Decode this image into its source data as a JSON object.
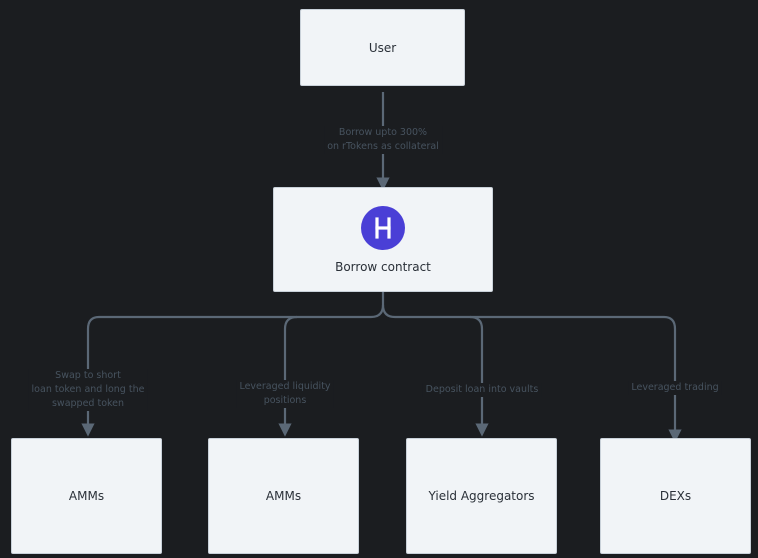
{
  "nodes": {
    "user": "User",
    "borrow_contract": "Borrow contract",
    "amms_1": "AMMs",
    "amms_2": "AMMs",
    "yield_aggregators": "Yield Aggregators",
    "dexs": "DEXs"
  },
  "edges": {
    "user_to_contract": [
      "Borrow upto 300%",
      "on rTokens as collateral"
    ],
    "contract_to_amms_1": [
      "Swap to short",
      "loan token and long the",
      "swapped token"
    ],
    "contract_to_amms_2": [
      "Leveraged liquidity",
      "positions"
    ],
    "contract_to_yield": [
      "Deposit loan into vaults"
    ],
    "contract_to_dexs": [
      "Leveraged trading"
    ]
  },
  "icons": {
    "contract_logo": "h-logo-icon"
  },
  "colors": {
    "background": "#1b1d20",
    "box": "#f1f4f7",
    "connector": "#5b6876",
    "logo": "#4a3fd6"
  }
}
